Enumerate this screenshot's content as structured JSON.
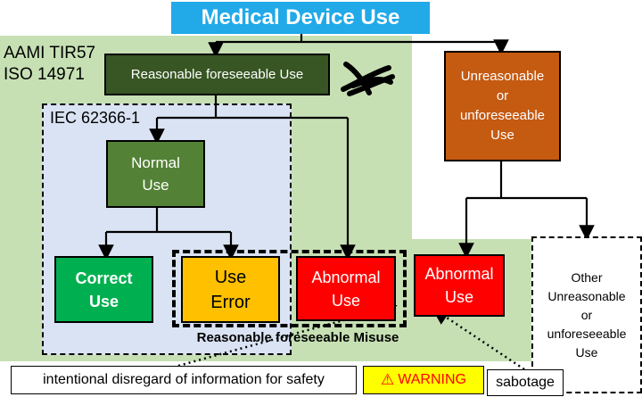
{
  "title": "Medical Device Use",
  "standards": {
    "line1": "AAMI TIR57",
    "line2": "ISO 14971",
    "iec": "IEC 62366-1"
  },
  "boxes": {
    "reasonable_use": "Reasonable foreseeable Use",
    "unreasonable": [
      "Unreasonable",
      "or",
      "unforeseeable",
      "Use"
    ],
    "normal_use": [
      "Normal",
      "Use"
    ],
    "correct_use": [
      "Correct",
      "Use"
    ],
    "use_error": [
      "Use",
      "Error"
    ],
    "abnormal_use_left": [
      "Abnormal",
      "Use"
    ],
    "abnormal_use_right": [
      "Abnormal",
      "Use"
    ],
    "other": [
      "Other",
      "Unreasonable",
      "or",
      "unforeseeable",
      "Use"
    ]
  },
  "misuse_label": "Reasonable foreseeable Misuse",
  "notes": {
    "disregard": "intentional disregard of information for safety",
    "warning": "WARNING",
    "sabotage": "sabotage"
  },
  "colors": {
    "title_bg": "#21a9e8",
    "region_green": "#c6e0b4",
    "region_blue": "#dae3f3",
    "reasonable_use": "#375623",
    "unreasonable": "#c55a11",
    "normal_use": "#538135",
    "correct_use": "#00b050",
    "use_error": "#ffc000",
    "abnormal": "#ff0000",
    "warning_bg": "#ffff00"
  },
  "icons": {
    "strike_mark": "scribble-x-icon",
    "warning": "warning-triangle-icon"
  }
}
